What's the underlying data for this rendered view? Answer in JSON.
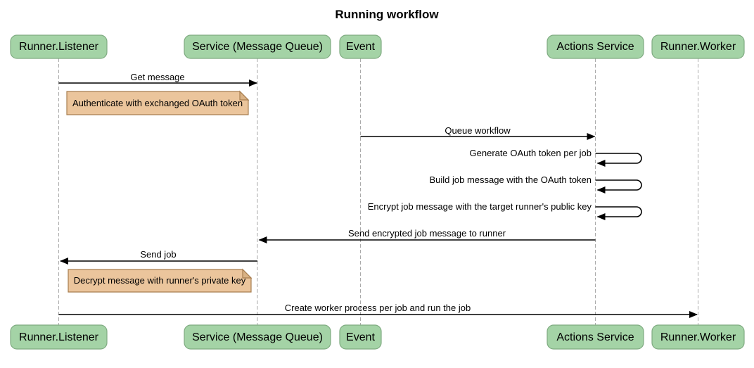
{
  "title": "Running workflow",
  "colors": {
    "background": "#ffffff",
    "actor_fill": "#a4d3a6",
    "actor_border": "#7fab81",
    "note_fill": "#ebc59c",
    "note_fold": "#d9b285",
    "note_border": "#a87e4f",
    "line": "#000000",
    "lifeline": "#aaaaaa"
  },
  "participants": [
    {
      "label": "Runner.Listener"
    },
    {
      "label": "Service (Message Queue)"
    },
    {
      "label": "Event"
    },
    {
      "label": "Actions Service"
    },
    {
      "label": "Runner.Worker"
    }
  ],
  "messages": {
    "get_message": "Get message",
    "note_authenticate": "Authenticate with exchanged OAuth token",
    "queue_workflow": "Queue workflow",
    "generate_token": "Generate OAuth token per job",
    "build_job_message": "Build job message with the OAuth token",
    "encrypt_job_message": "Encrypt job message with the target runner's public key",
    "send_encrypted": "Send encrypted job message to runner",
    "send_job": "Send job",
    "note_decrypt": "Decrypt message with runner's private key",
    "create_worker": "Create worker process per job and run the job"
  }
}
